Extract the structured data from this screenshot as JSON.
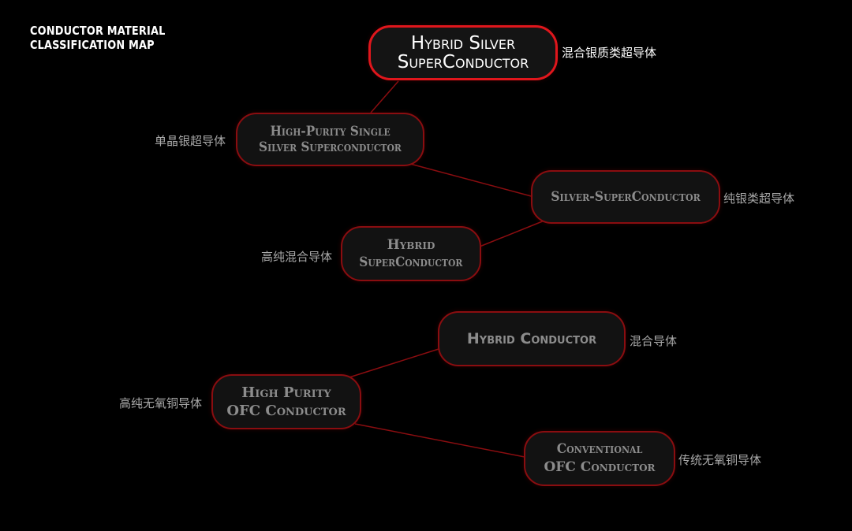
{
  "title": {
    "line1": "Conductor Material",
    "line2": "Classification Map"
  },
  "colors": {
    "background": "#000000",
    "node_fill": "#121212",
    "node_border": "#8a0d10",
    "root_border": "#e0161c",
    "connector": "#8a0d10",
    "node_text": "#8c8c8c",
    "root_text": "#ffffff",
    "cn_label": "#a9a9a9"
  },
  "nodes": {
    "hybrid_silver": {
      "line1": "Hybrid Silver",
      "line2": "SuperConductor",
      "cn": "混合银质类超导体"
    },
    "high_purity_single_silver": {
      "line1": "High-Purity Single",
      "line2": "Silver Superconductor",
      "cn": "单晶银超导体"
    },
    "silver_superconductor": {
      "line1": "Silver-SuperConductor",
      "cn": "纯银类超导体"
    },
    "hybrid_superconductor": {
      "line1": "Hybrid",
      "line2": "SuperConductor",
      "cn": "高纯混合导体"
    },
    "hybrid_conductor": {
      "line1": "Hybrid Conductor",
      "cn": "混合导体"
    },
    "high_purity_ofc": {
      "line1": "High Purity",
      "line2": "OFC Conductor",
      "cn": "高纯无氧铜导体"
    },
    "conventional_ofc": {
      "line1": "Conventional",
      "line2": "OFC Conductor",
      "cn": "传统无氧铜导体"
    }
  }
}
